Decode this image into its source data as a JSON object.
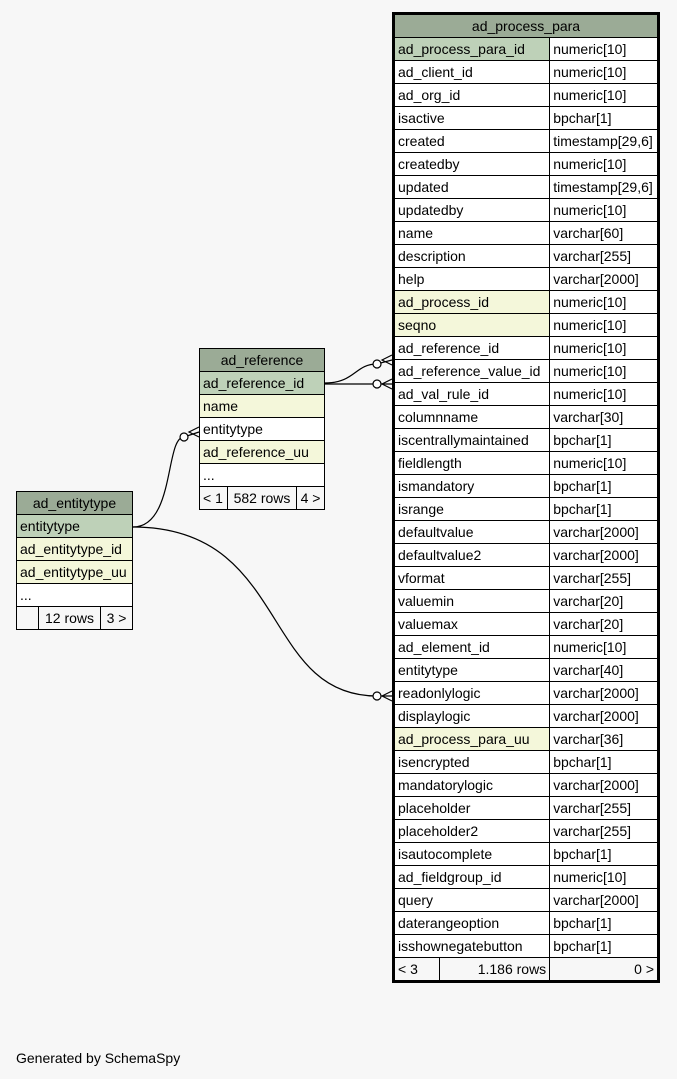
{
  "tables": {
    "ad_entitytype": {
      "title": "ad_entitytype",
      "columns": [
        {
          "name": "entitytype",
          "kind": "pk"
        },
        {
          "name": "ad_entitytype_id",
          "kind": "fk"
        },
        {
          "name": "ad_entitytype_uu",
          "kind": "fk"
        }
      ],
      "ellipsis": "...",
      "footer": {
        "left": "",
        "mid": "12 rows",
        "right": "3 >"
      }
    },
    "ad_reference": {
      "title": "ad_reference",
      "columns": [
        {
          "name": "ad_reference_id",
          "kind": "pk"
        },
        {
          "name": "name",
          "kind": "fk"
        },
        {
          "name": "entitytype",
          "kind": "plain"
        },
        {
          "name": "ad_reference_uu",
          "kind": "fk"
        }
      ],
      "ellipsis": "...",
      "footer": {
        "left": "< 1",
        "mid": "582 rows",
        "right": "4 >"
      }
    },
    "ad_process_para": {
      "title": "ad_process_para",
      "columns": [
        {
          "name": "ad_process_para_id",
          "type": "numeric[10]",
          "kind": "pk"
        },
        {
          "name": "ad_client_id",
          "type": "numeric[10]",
          "kind": "plain"
        },
        {
          "name": "ad_org_id",
          "type": "numeric[10]",
          "kind": "plain"
        },
        {
          "name": "isactive",
          "type": "bpchar[1]",
          "kind": "plain"
        },
        {
          "name": "created",
          "type": "timestamp[29,6]",
          "kind": "plain"
        },
        {
          "name": "createdby",
          "type": "numeric[10]",
          "kind": "plain"
        },
        {
          "name": "updated",
          "type": "timestamp[29,6]",
          "kind": "plain"
        },
        {
          "name": "updatedby",
          "type": "numeric[10]",
          "kind": "plain"
        },
        {
          "name": "name",
          "type": "varchar[60]",
          "kind": "plain"
        },
        {
          "name": "description",
          "type": "varchar[255]",
          "kind": "plain"
        },
        {
          "name": "help",
          "type": "varchar[2000]",
          "kind": "plain"
        },
        {
          "name": "ad_process_id",
          "type": "numeric[10]",
          "kind": "fk"
        },
        {
          "name": "seqno",
          "type": "numeric[10]",
          "kind": "fk"
        },
        {
          "name": "ad_reference_id",
          "type": "numeric[10]",
          "kind": "plain"
        },
        {
          "name": "ad_reference_value_id",
          "type": "numeric[10]",
          "kind": "plain"
        },
        {
          "name": "ad_val_rule_id",
          "type": "numeric[10]",
          "kind": "plain"
        },
        {
          "name": "columnname",
          "type": "varchar[30]",
          "kind": "plain"
        },
        {
          "name": "iscentrallymaintained",
          "type": "bpchar[1]",
          "kind": "plain"
        },
        {
          "name": "fieldlength",
          "type": "numeric[10]",
          "kind": "plain"
        },
        {
          "name": "ismandatory",
          "type": "bpchar[1]",
          "kind": "plain"
        },
        {
          "name": "isrange",
          "type": "bpchar[1]",
          "kind": "plain"
        },
        {
          "name": "defaultvalue",
          "type": "varchar[2000]",
          "kind": "plain"
        },
        {
          "name": "defaultvalue2",
          "type": "varchar[2000]",
          "kind": "plain"
        },
        {
          "name": "vformat",
          "type": "varchar[255]",
          "kind": "plain"
        },
        {
          "name": "valuemin",
          "type": "varchar[20]",
          "kind": "plain"
        },
        {
          "name": "valuemax",
          "type": "varchar[20]",
          "kind": "plain"
        },
        {
          "name": "ad_element_id",
          "type": "numeric[10]",
          "kind": "plain"
        },
        {
          "name": "entitytype",
          "type": "varchar[40]",
          "kind": "plain"
        },
        {
          "name": "readonlylogic",
          "type": "varchar[2000]",
          "kind": "plain"
        },
        {
          "name": "displaylogic",
          "type": "varchar[2000]",
          "kind": "plain"
        },
        {
          "name": "ad_process_para_uu",
          "type": "varchar[36]",
          "kind": "fk"
        },
        {
          "name": "isencrypted",
          "type": "bpchar[1]",
          "kind": "plain"
        },
        {
          "name": "mandatorylogic",
          "type": "varchar[2000]",
          "kind": "plain"
        },
        {
          "name": "placeholder",
          "type": "varchar[255]",
          "kind": "plain"
        },
        {
          "name": "placeholder2",
          "type": "varchar[255]",
          "kind": "plain"
        },
        {
          "name": "isautocomplete",
          "type": "bpchar[1]",
          "kind": "plain"
        },
        {
          "name": "ad_fieldgroup_id",
          "type": "numeric[10]",
          "kind": "plain"
        },
        {
          "name": "query",
          "type": "varchar[2000]",
          "kind": "plain"
        },
        {
          "name": "daterangeoption",
          "type": "bpchar[1]",
          "kind": "plain"
        },
        {
          "name": "isshownegatebutton",
          "type": "bpchar[1]",
          "kind": "plain"
        }
      ],
      "footer": {
        "left": "< 3",
        "mid": "1.186 rows",
        "right": "0 >"
      }
    }
  },
  "footer_text": "Generated by SchemaSpy"
}
